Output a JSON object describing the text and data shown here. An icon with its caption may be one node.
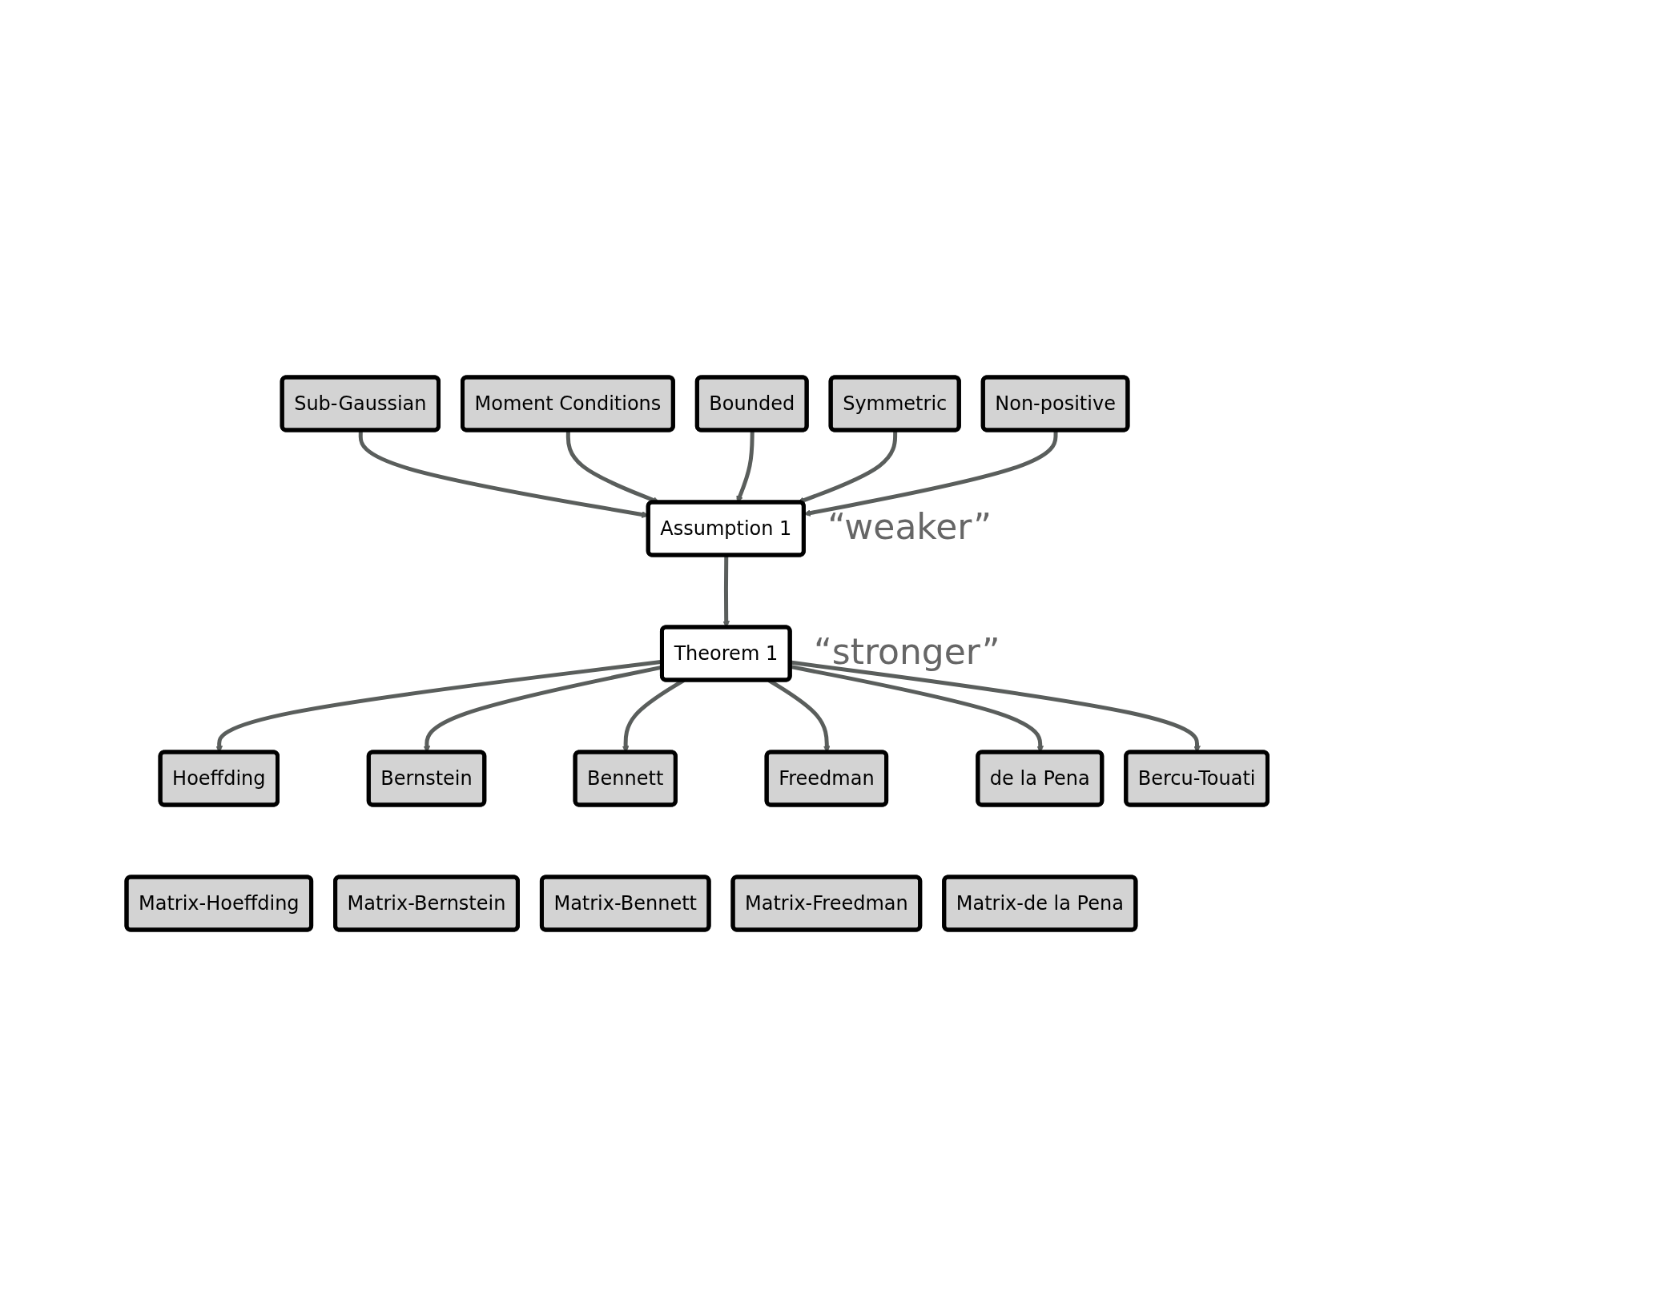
{
  "diagram": {
    "nodes": [
      {
        "text": [
          "Sub-Gaussian"
        ]
      },
      {
        "text": [
          "Moment Conditions"
        ]
      },
      {
        "text": [
          "Bounded"
        ]
      },
      {
        "text": [
          "Symmetric"
        ]
      },
      {
        "text": [
          "Non-positive"
        ]
      },
      {
        "text": [
          "Assumption 1"
        ],
        "beside": [
          "“weaker”"
        ]
      },
      {
        "text": [
          "Theorem 1"
        ],
        "beside": [
          "“stronger”"
        ]
      },
      {
        "text": [
          "Hoeffding"
        ]
      },
      {
        "text": [
          "Bernstein"
        ]
      },
      {
        "text": [
          "Bennett"
        ]
      },
      {
        "text": [
          "Freedman"
        ]
      },
      {
        "text": [
          "de la Pena"
        ]
      },
      {
        "text": [
          "Bercu-Touati"
        ]
      },
      {
        "text": [
          "Matrix-Hoeffding"
        ]
      },
      {
        "text": [
          "Matrix-Bernstein"
        ]
      },
      {
        "text": [
          "Matrix-Bennett"
        ]
      },
      {
        "text": [
          "Matrix-Freedman"
        ]
      },
      {
        "text": [
          "Matrix-de la Pena"
        ]
      }
    ],
    "edges": [
      {
        "from": 0,
        "to": 5,
        "arrow": "to"
      },
      {
        "from": 1,
        "to": 5,
        "arrow": "to"
      },
      {
        "from": 2,
        "to": 5,
        "arrow": "to"
      },
      {
        "from": 3,
        "to": 5,
        "arrow": "to"
      },
      {
        "from": 4,
        "to": 5,
        "arrow": "to"
      },
      {
        "from": 5,
        "to": 6,
        "arrow": "to"
      },
      {
        "from": 6,
        "to": 7,
        "arrow": "to"
      },
      {
        "from": 6,
        "to": 8,
        "arrow": "to"
      },
      {
        "from": 6,
        "to": 9,
        "arrow": "to"
      },
      {
        "from": 6,
        "to": 10,
        "arrow": "to"
      },
      {
        "from": 6,
        "to": 11,
        "arrow": "to"
      },
      {
        "from": 6,
        "to": 12,
        "arrow": "to"
      }
    ]
  }
}
